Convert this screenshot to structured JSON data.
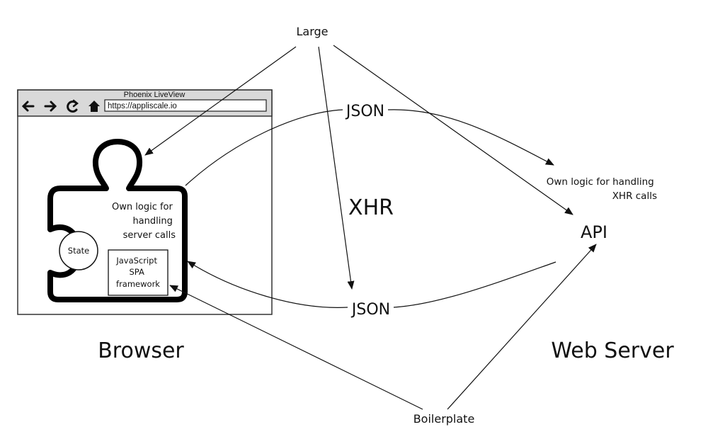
{
  "labels": {
    "large": "Large",
    "boilerplate": "Boilerplate",
    "json_top": "JSON",
    "json_bottom": "JSON",
    "xhr": "XHR",
    "api": "API",
    "own_logic_xhr_line1": "Own logic for handling",
    "own_logic_xhr_line2": "XHR calls",
    "browser": "Browser",
    "web_server": "Web Server"
  },
  "browser_window": {
    "title": "Phoenix LiveView",
    "url": "https://appliscale.io",
    "nav_icons": [
      "arrow-left-icon",
      "arrow-right-icon",
      "reload-icon",
      "home-icon"
    ]
  },
  "puzzle": {
    "text_line1": "Own logic for",
    "text_line2": "handling",
    "text_line3": "server calls",
    "state": "State",
    "spa_line1": "JavaScript",
    "spa_line2": "SPA",
    "spa_line3": "framework"
  }
}
